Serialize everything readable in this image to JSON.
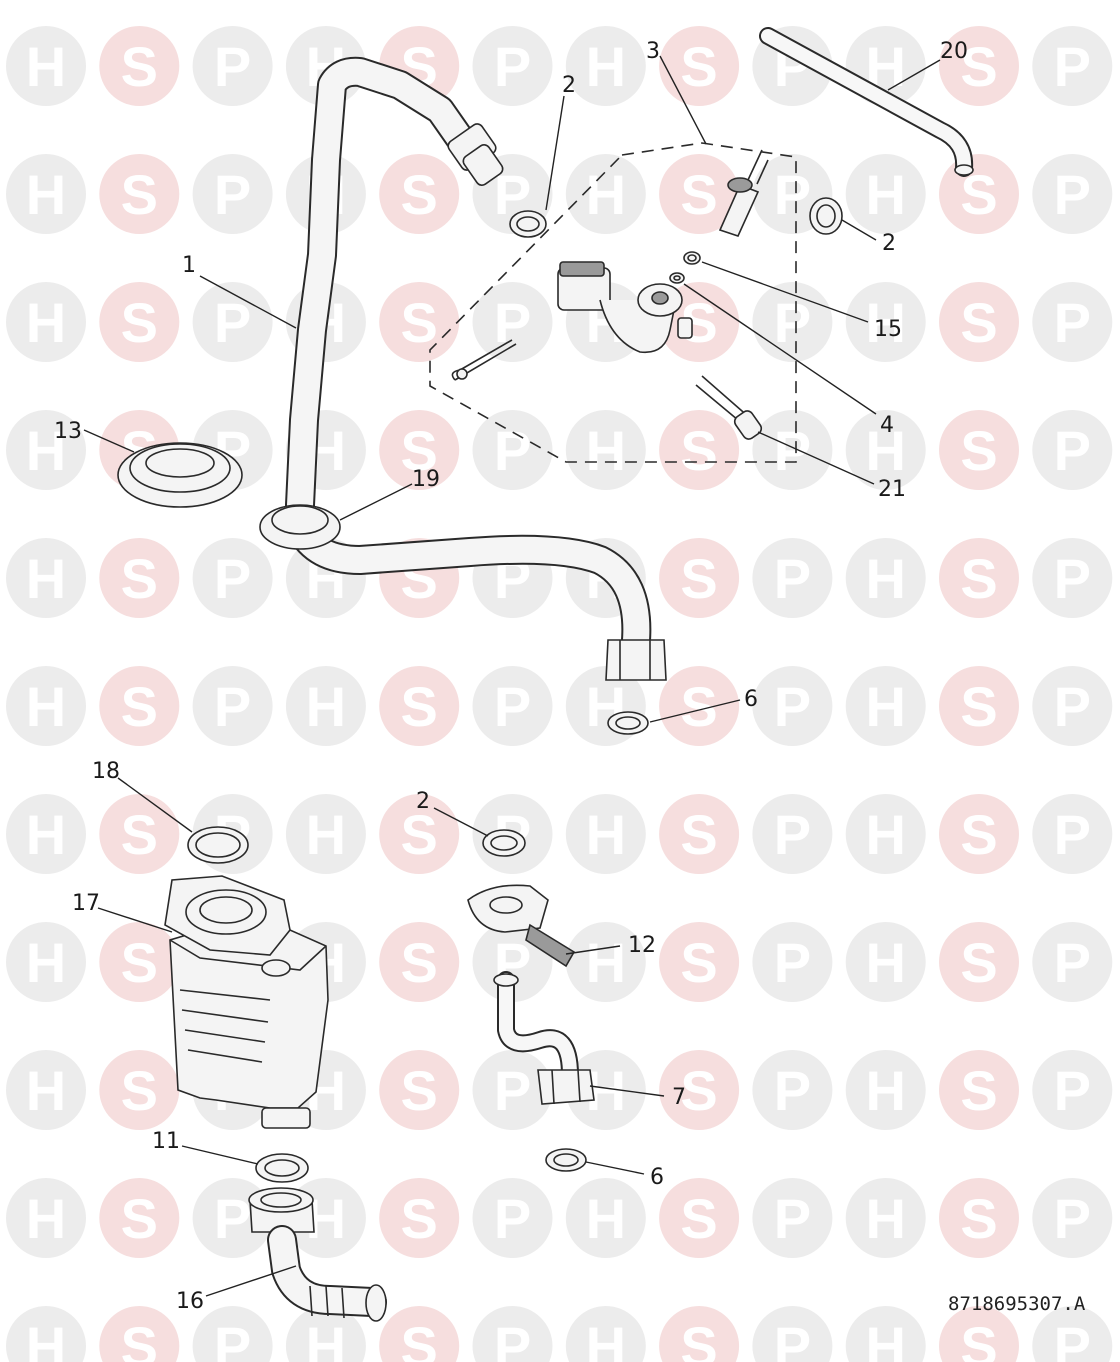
{
  "watermark": {
    "letters": [
      "H",
      "S",
      "P"
    ],
    "colors": {
      "circle": "#ececec",
      "h_letter": "#ffffff",
      "s_circle": "#f6dede",
      "s_letter": "#ffffff",
      "p_letter": "#ffffff"
    }
  },
  "callouts": {
    "c1": "1",
    "c2a": "2",
    "c3": "3",
    "c20": "20",
    "c2b": "2",
    "c15": "15",
    "c4": "4",
    "c21": "21",
    "c13": "13",
    "c19": "19",
    "c6a": "6",
    "c18": "18",
    "c2c": "2",
    "c17": "17",
    "c12": "12",
    "c7": "7",
    "c11": "11",
    "c6b": "6",
    "c16": "16"
  },
  "drawing_reference": "8718695307.A"
}
